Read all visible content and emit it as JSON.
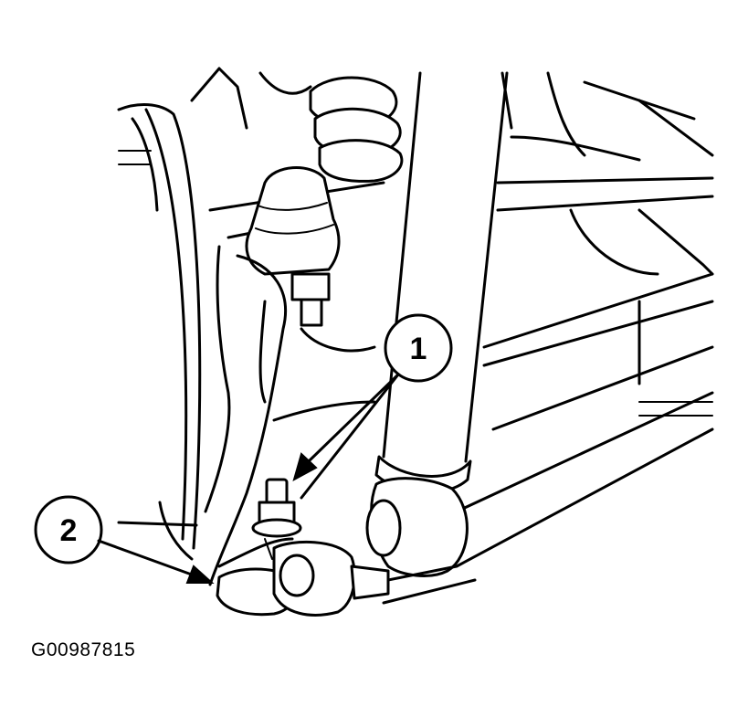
{
  "figure": {
    "id_label": "G00987815",
    "callouts": [
      {
        "number": "1",
        "target": "ball-joint-nut"
      },
      {
        "number": "2",
        "target": "ball-joint"
      }
    ]
  }
}
